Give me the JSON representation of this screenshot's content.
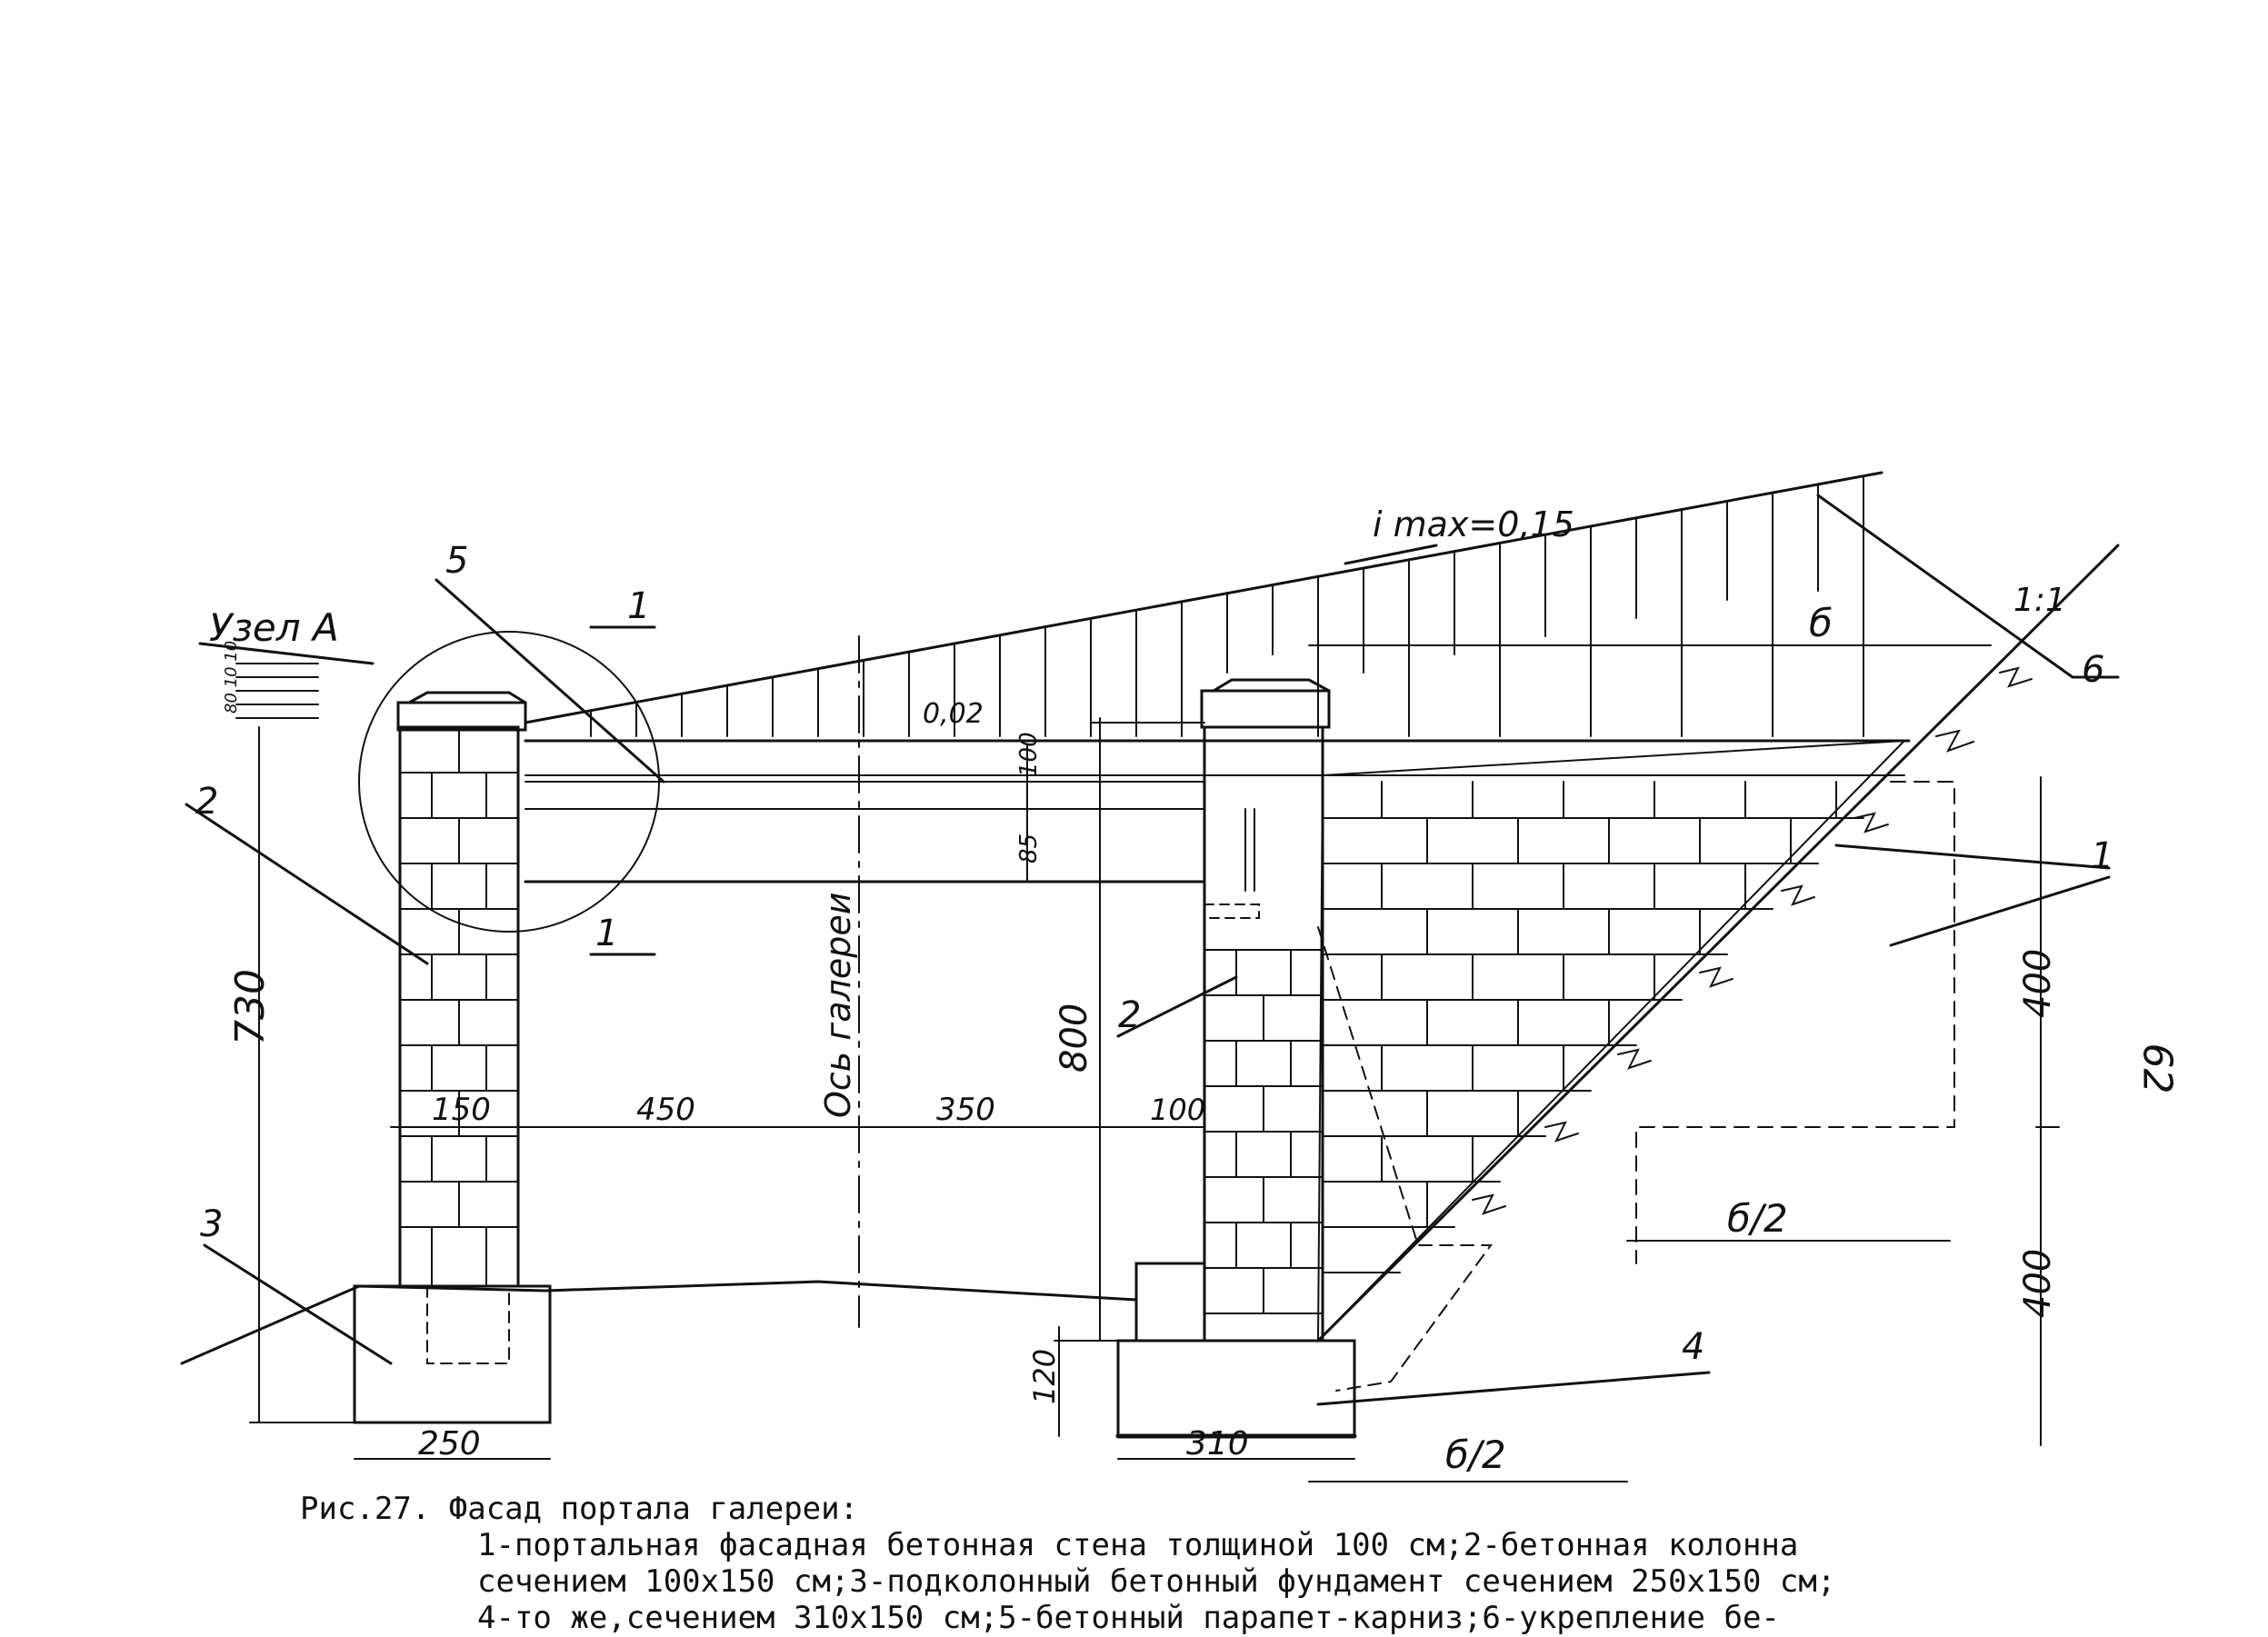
{
  "labels": {
    "node_a": "Узел А",
    "slope": "i max=0,15",
    "ratio": "1:1",
    "gallery_axis": "Ось галереи",
    "small_dims": "80 10 10",
    "delta": "б",
    "delta_half": "б/2",
    "slope_small": "0,02"
  },
  "callouts": [
    "1",
    "1",
    "1",
    "2",
    "2",
    "3",
    "4",
    "5",
    "6"
  ],
  "dimensions": {
    "h730": "730",
    "h800": "800",
    "h120": "120",
    "h100": "100",
    "h85": "85",
    "h400a": "400",
    "h400b": "400",
    "w150": "150",
    "w450": "450",
    "w350": "350",
    "w100": "100",
    "w250": "250",
    "w310": "310"
  },
  "caption": {
    "title": "Рис.27. Фасад портала галереи:",
    "line1": "1-портальная фасадная бетонная стена толщиной 100 см;2-бетонная колонна",
    "line2": "сечением 100x150 см;3-подколонный бетонный фундамент сечением 250x150 см;",
    "line3": "4-то же,сечением 310x150 см;5-бетонный парапет-карниз;6-укрепление бе-"
  },
  "page_number": "62"
}
